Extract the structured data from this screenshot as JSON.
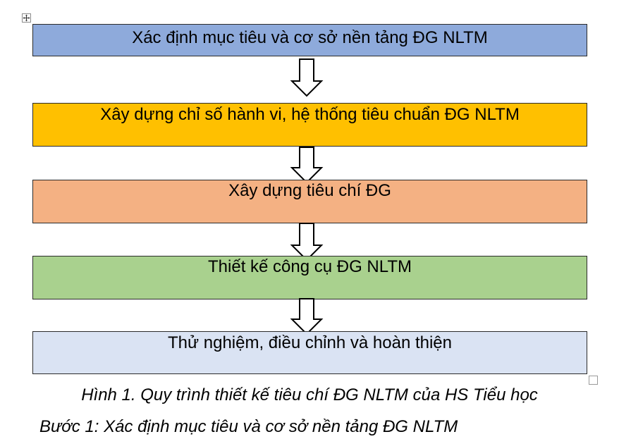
{
  "flowchart": {
    "steps": [
      {
        "label": "Xác định mục tiêu và cơ sở nền tảng ĐG NLTM",
        "fill": "#8EAADB"
      },
      {
        "label": "Xây dựng chỉ số hành vi, hệ thống tiêu chuẩn ĐG NLTM",
        "fill": "#FFC000"
      },
      {
        "label": "Xây dựng tiêu chí ĐG",
        "fill": "#F4B183"
      },
      {
        "label": "Thiết kế công cụ ĐG NLTM",
        "fill": "#A9D18E"
      },
      {
        "label": "Thử nghiệm, điều chỉnh và hoàn thiện",
        "fill": "#DAE3F3"
      }
    ],
    "arrow_icon": "down-block-arrow-icon"
  },
  "caption": "Hình 1. Quy trình thiết kế tiêu chí ĐG NLTM của HS Tiểu học",
  "step_heading": "Bước 1: Xác định mục tiêu và cơ sở nền tảng ĐG NLTM"
}
